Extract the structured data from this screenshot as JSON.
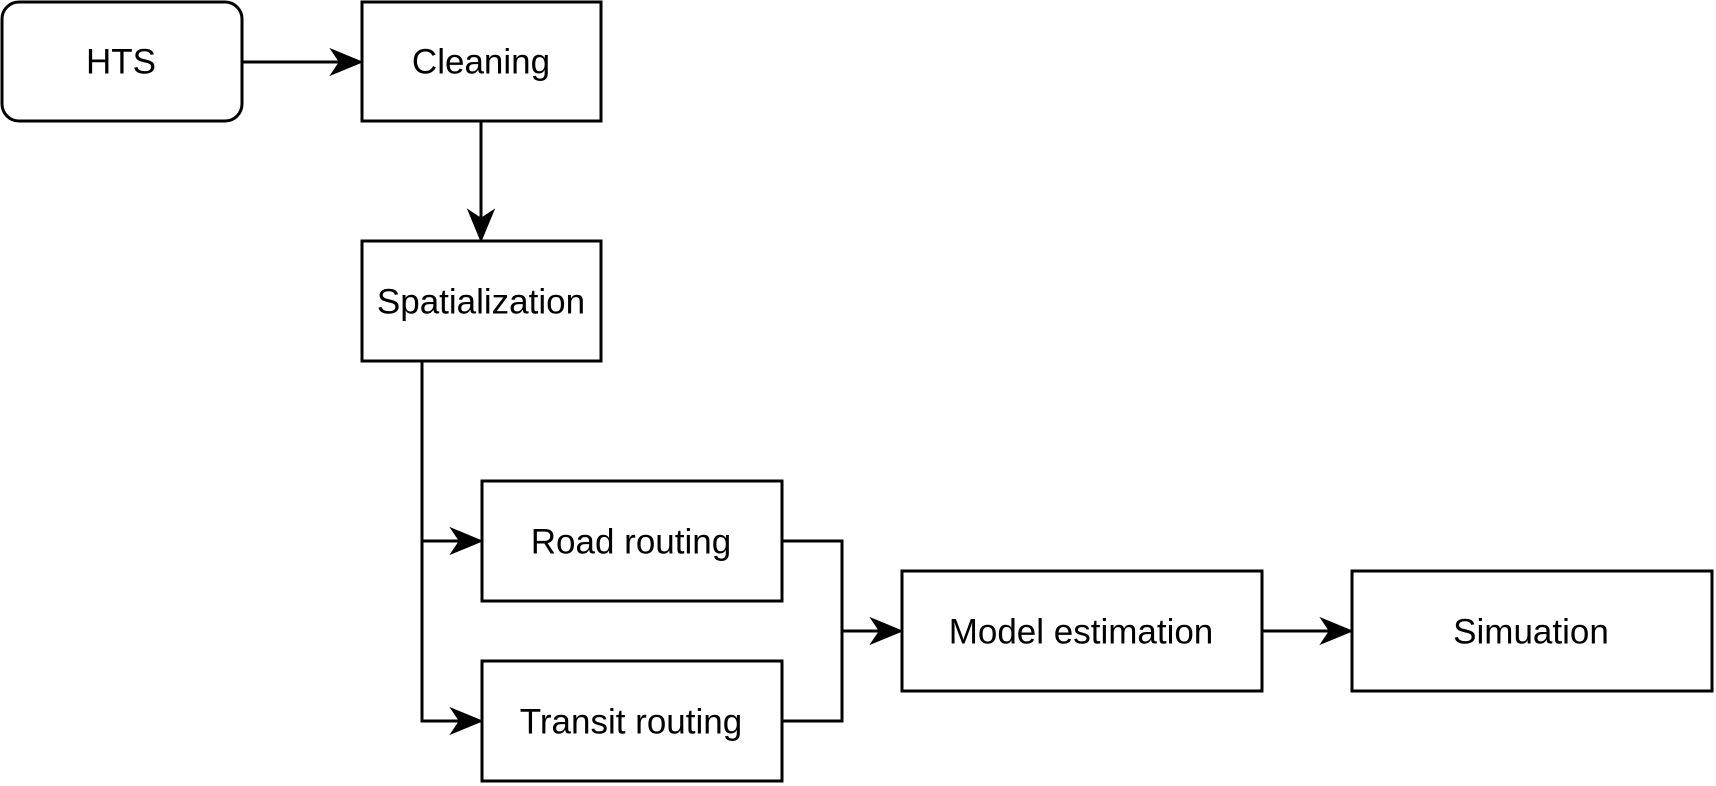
{
  "diagram": {
    "nodes": {
      "hts": "HTS",
      "cleaning": "Cleaning",
      "spatialization": "Spatialization",
      "road_routing": "Road routing",
      "transit_routing": "Transit routing",
      "model_estimation": "Model estimation",
      "simulation": "Simuation"
    },
    "edges": [
      {
        "from": "HTS",
        "to": "Cleaning"
      },
      {
        "from": "Cleaning",
        "to": "Spatialization"
      },
      {
        "from": "Spatialization",
        "to": "Road routing"
      },
      {
        "from": "Spatialization",
        "to": "Transit routing"
      },
      {
        "from": "Road routing",
        "to": "Model estimation"
      },
      {
        "from": "Transit routing",
        "to": "Model estimation"
      },
      {
        "from": "Model estimation",
        "to": "Simuation"
      }
    ],
    "colors": {
      "stroke": "#000000",
      "fill": "#ffffff",
      "text": "#000000"
    }
  }
}
